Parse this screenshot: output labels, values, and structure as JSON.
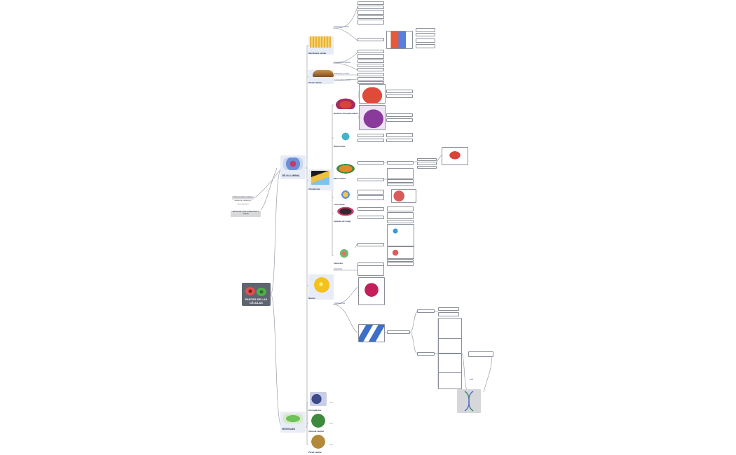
{
  "root": {
    "title": "PARTES DE LAS CÉLULAS"
  },
  "aside": {
    "question": "Diferencias entre célula animal y vegetal",
    "note": "Todas las células contienen membrana, citoplasma y material genético"
  },
  "animal": {
    "label": "CÉLULA ANIMAL",
    "membrana": {
      "label": "Membrana celular",
      "func": "Estructura y función",
      "comp": "Composición química"
    },
    "pared": {
      "label": "Pared celular",
      "a": "Estructura y función",
      "b": "Composición química"
    },
    "citoplasma": {
      "label": "Citoplasma"
    },
    "organelos": [
      {
        "label": "Retículo endoplasmático"
      },
      {
        "label": "Ribosomas"
      },
      {
        "label": "Mitocondria"
      },
      {
        "label": "Lisosomas"
      },
      {
        "label": "Aparato de Golgi"
      },
      {
        "label": "Vacuolas"
      }
    ],
    "nucleo": {
      "label": "Núcleo",
      "a": "Estructura",
      "b": "Componentes"
    }
  },
  "vegetal": {
    "label": "VEGETALES",
    "items": [
      "Cloroplastos",
      "Vacuola central",
      "Pared celular"
    ]
  },
  "dna": {
    "label": "ADN"
  },
  "colors": {
    "root": "#5e6470",
    "branch": "#e7ecf6",
    "line": "#8a8f99",
    "accent": "#3a4a7a"
  }
}
